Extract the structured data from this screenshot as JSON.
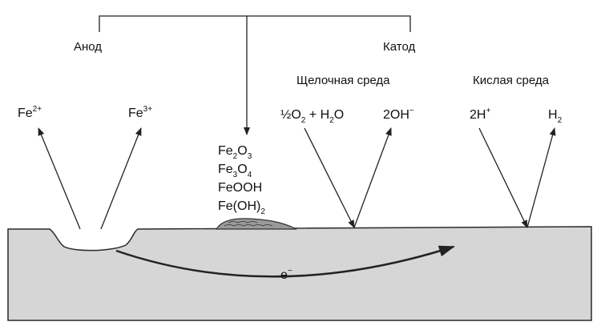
{
  "labels": {
    "anode": "Анод",
    "cathode": "Катод",
    "alkaline": "Щелочная среда",
    "acidic": "Кислая среда"
  },
  "ions": {
    "fe2": {
      "base": "Fe",
      "sup": "2+"
    },
    "fe3": {
      "base": "Fe",
      "sup": "3+"
    }
  },
  "products": [
    {
      "parts": [
        [
          "Fe",
          ""
        ],
        [
          "2",
          "sub"
        ],
        [
          "O",
          ""
        ],
        [
          "3",
          "sub"
        ]
      ]
    },
    {
      "parts": [
        [
          "Fe",
          ""
        ],
        [
          "3",
          "sub"
        ],
        [
          "O",
          ""
        ],
        [
          "4",
          "sub"
        ]
      ]
    },
    {
      "parts": [
        [
          "FeOOH",
          ""
        ]
      ]
    },
    {
      "parts": [
        [
          "Fe(OH)",
          ""
        ],
        [
          "2",
          "sub"
        ]
      ]
    }
  ],
  "alkaline_reaction": {
    "left": [
      [
        "½O",
        ""
      ],
      [
        "2",
        "sub"
      ],
      [
        " + H",
        ""
      ],
      [
        "2",
        "sub"
      ],
      [
        "O",
        ""
      ]
    ],
    "right": [
      [
        "2OH",
        ""
      ],
      [
        "−",
        "sup"
      ]
    ]
  },
  "acidic_reaction": {
    "left": [
      [
        "2H",
        ""
      ],
      [
        "+",
        "sup"
      ]
    ],
    "right": [
      [
        "H",
        ""
      ],
      [
        "2",
        "sub"
      ]
    ]
  },
  "electron": {
    "base": "e",
    "sup": "−"
  },
  "colors": {
    "metal_fill": "#d6d6d6",
    "metal_edge": "#2a2a2a",
    "line": "#222222",
    "text": "#111111"
  }
}
